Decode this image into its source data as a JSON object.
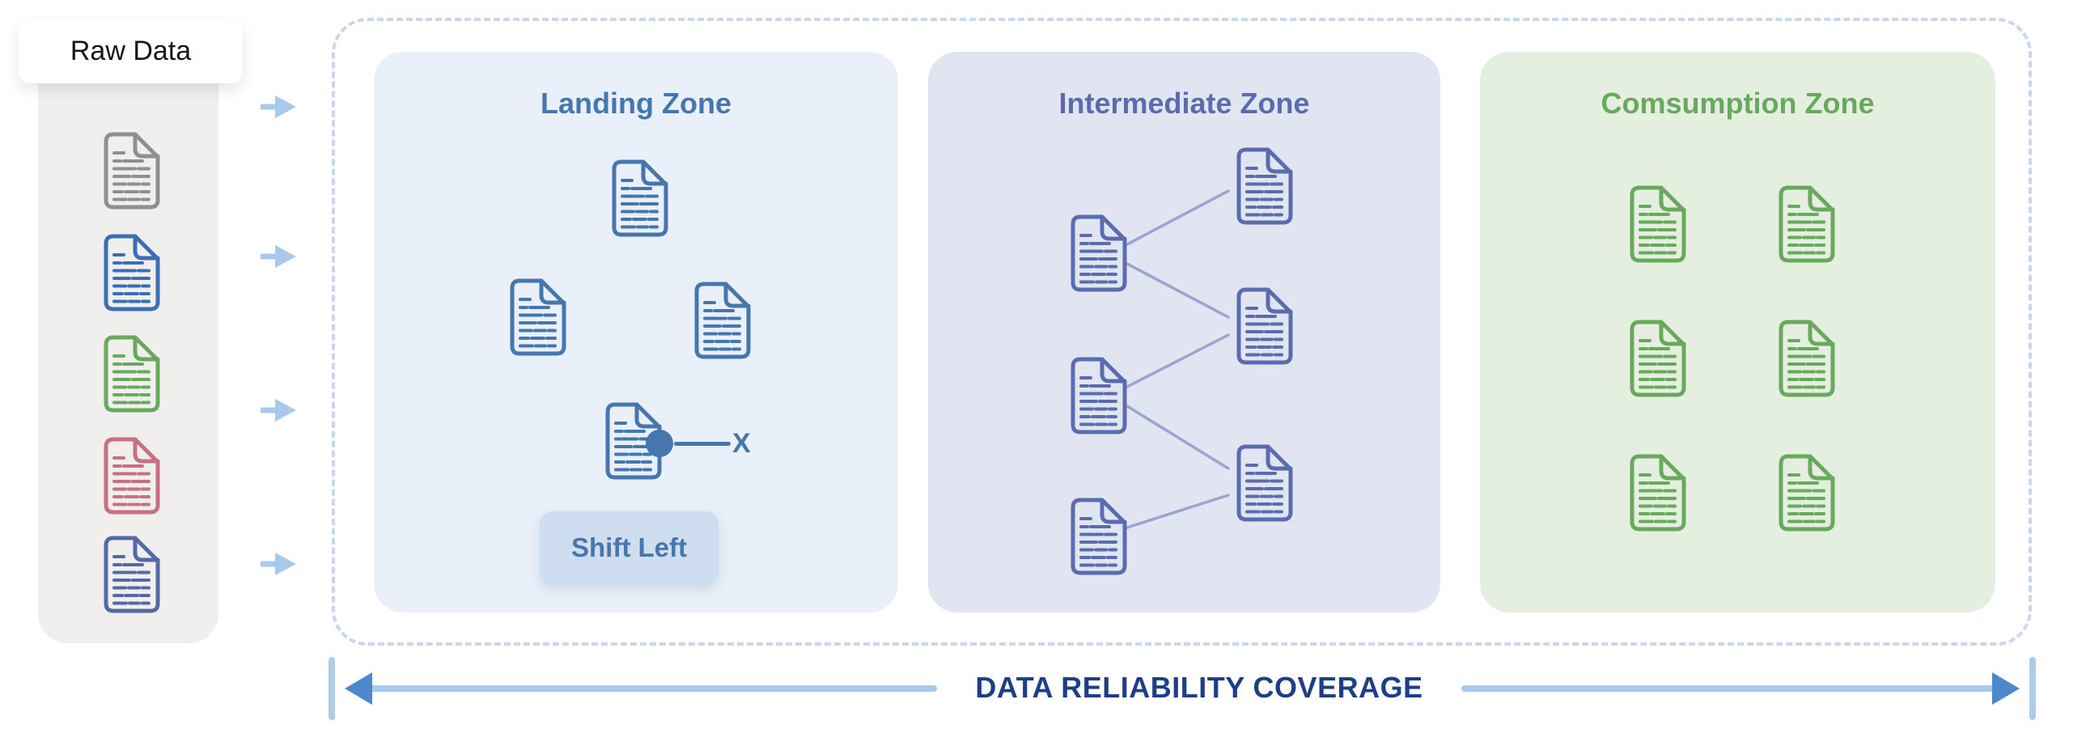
{
  "raw_panel": {
    "title": "Raw Data",
    "documents": [
      "gray",
      "blue",
      "green",
      "red",
      "indigo"
    ]
  },
  "zones": {
    "landing": {
      "title": "Landing Zone",
      "shift_left_button": "Shift Left",
      "excluded_marker": "X",
      "document_count": 4
    },
    "intermediate": {
      "title": "Intermediate Zone",
      "document_count": 6
    },
    "consumption": {
      "title": "Comsumption Zone",
      "document_count": 6
    }
  },
  "footer": {
    "coverage_label": "DATA RELIABILITY COVERAGE"
  },
  "colors": {
    "landing_panel": "#eaf0f9",
    "intermediate_panel": "#e1e5f2",
    "consumption_panel": "#e5efe0",
    "landing_accent": "#4576ad",
    "intermediate_accent": "#5b6cae",
    "consumption_accent": "#69a95e",
    "raw_doc_gray": "#8f8f8f",
    "raw_doc_blue": "#3c6eb4",
    "raw_doc_green": "#69a95e",
    "raw_doc_red": "#c7707f",
    "raw_doc_indigo": "#5568a8",
    "connector_line": "#9aa5cf",
    "flow_arrow": "#a9c9ea",
    "flow_arrowhead": "#4d88ca",
    "coverage_text": "#1e3f86",
    "dashed_border": "#c9d7ea",
    "shift_button_bg": "#cfddf0"
  }
}
